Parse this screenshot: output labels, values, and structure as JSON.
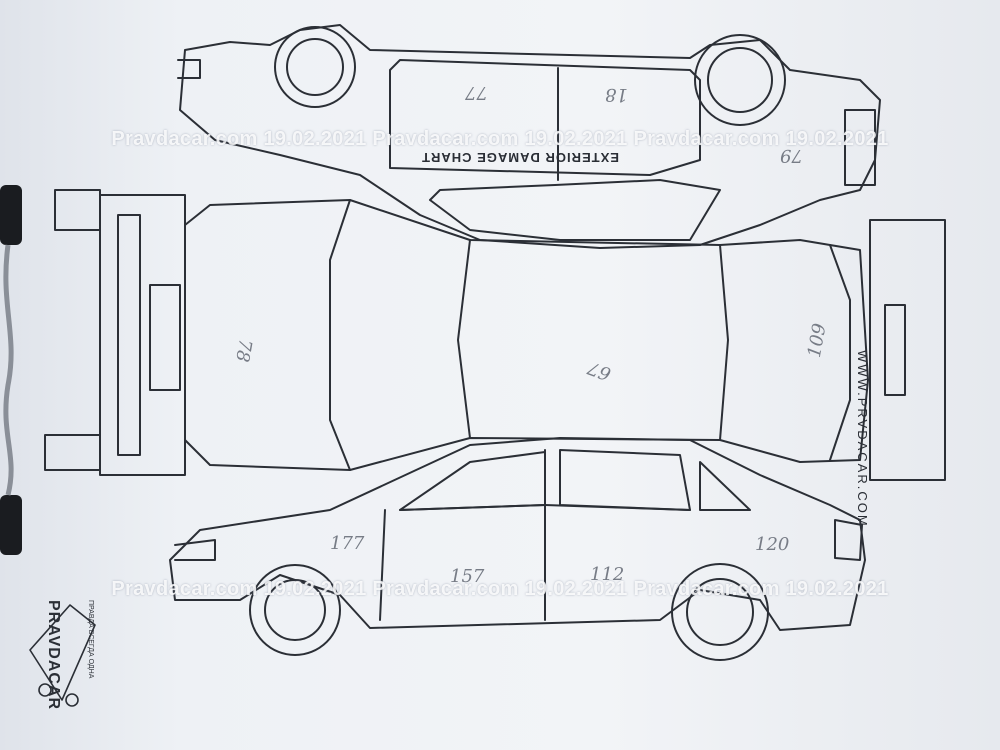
{
  "document": {
    "chart_title": "EXTERIOR DAMAGE CHART",
    "site_vertical": "WWW.PRVDACAR.COM",
    "watermark_top": "Pravdacar.com 19.02.2021 Pravdacar.com 19.02.2021 Pravdacar.com 19.02.2021",
    "watermark_bottom": "Pravdacar.com 19.02.2021 Pravdacar.com 19.02.2021 Pravdacar.com 19.02.2021",
    "stamp_brand": "PRAVDACAR",
    "stamp_tagline": "ПРАВДА ВСЕГДА ОДНА"
  },
  "measurements": {
    "top_panel_left": "77",
    "top_panel_right": "18",
    "top_corner": "79",
    "roof": "67",
    "hood": "78",
    "trunk": "109",
    "front_fender": "177",
    "front_door": "157",
    "rear_door": "112",
    "rear_fender": "120"
  }
}
